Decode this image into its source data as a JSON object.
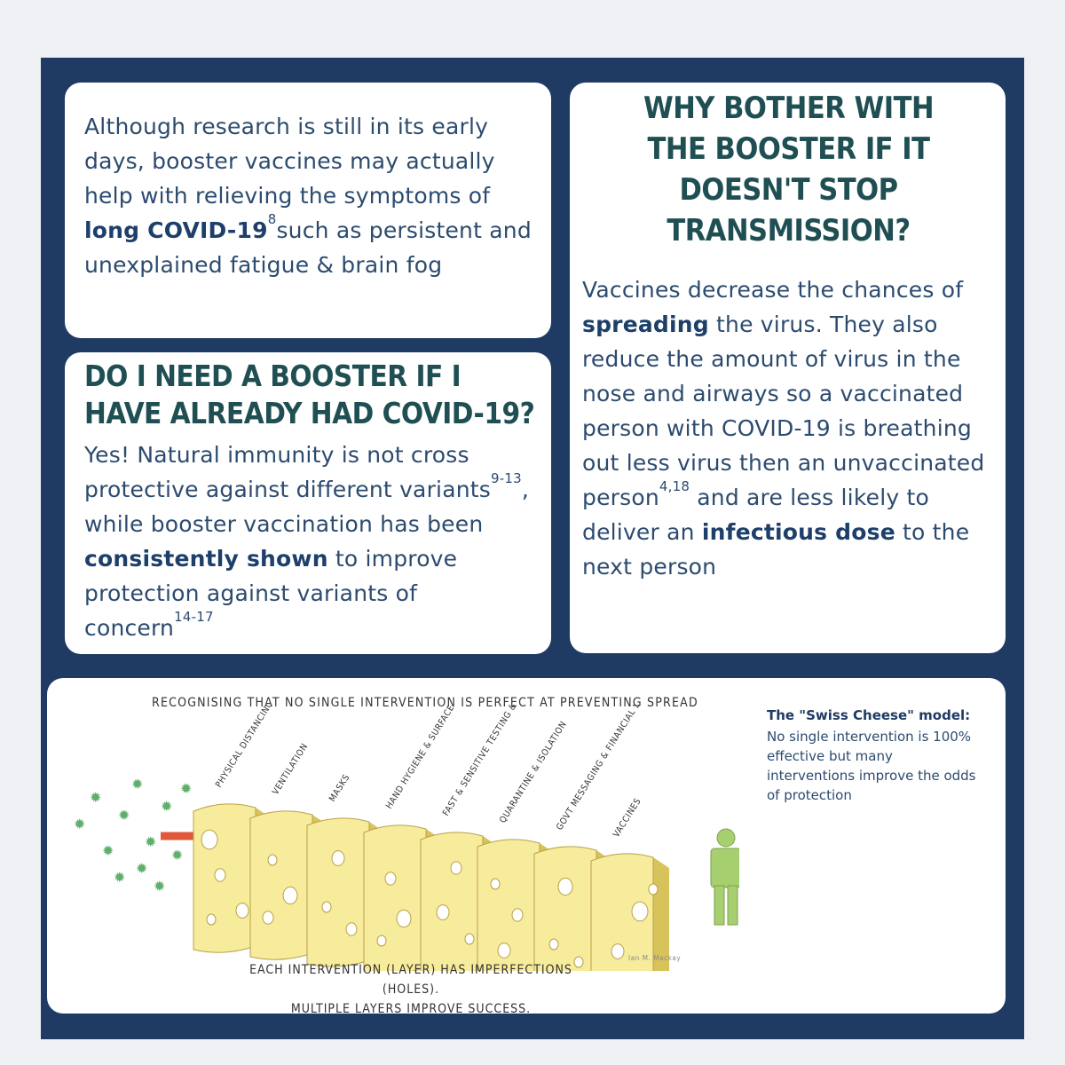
{
  "card_relief": {
    "text_before": "Although research is still in its early days, booster vaccines may actually help with relieving the symptoms of ",
    "bold": "long COVID-19",
    "sup": "8",
    "text_after": "such as persistent and unexplained fatigue & brain fog"
  },
  "card_prior_infection": {
    "heading": "Do I need a booster if I have already had COVID-19?",
    "text_1": "Yes! Natural immunity is not cross protective against different variants",
    "sup_1": "9-13",
    "text_2": ", while booster vaccination has been ",
    "bold": "consistently shown",
    "text_3": " to improve protection against variants of concern",
    "sup_2": "14-17"
  },
  "card_transmission": {
    "heading": "Why bother with the booster if it doesn't stop transmission?",
    "text_1": "Vaccines decrease the chances of ",
    "bold_1": "spreading",
    "text_2": " the virus. They also reduce the amount of virus in the nose and airways so a vaccinated person with COVID-19 is breathing out less virus then an unvaccinated person",
    "sup": "4,18",
    "text_3": " and are less likely to deliver an ",
    "bold_2": "infectious dose",
    "text_4": " to the next person"
  },
  "diagram": {
    "title": "Recognising that no single intervention is perfect at preventing spread",
    "layers": [
      "Physical distancing",
      "Ventilation",
      "Masks",
      "Hand hygiene & surface cleaning",
      "Fast & sensitive testing & tracing",
      "Quarantine & isolation",
      "Govt messaging & financial support",
      "Vaccines"
    ],
    "caption_line_1": "Each intervention (layer) has imperfections (holes).",
    "caption_line_2": "Multiple layers improve success.",
    "credit": "Ian M. Mackay",
    "colors": {
      "cheese": "#f7eb9c",
      "cheese_edge": "#d8c35a",
      "virus": "#5fae6a",
      "arrow": "#e0573a",
      "person": "#a6cf6f"
    }
  },
  "model_note": {
    "title": "The \"Swiss Cheese\" model:",
    "text": "No single intervention is 100% effective but many interventions improve the odds of protection"
  }
}
